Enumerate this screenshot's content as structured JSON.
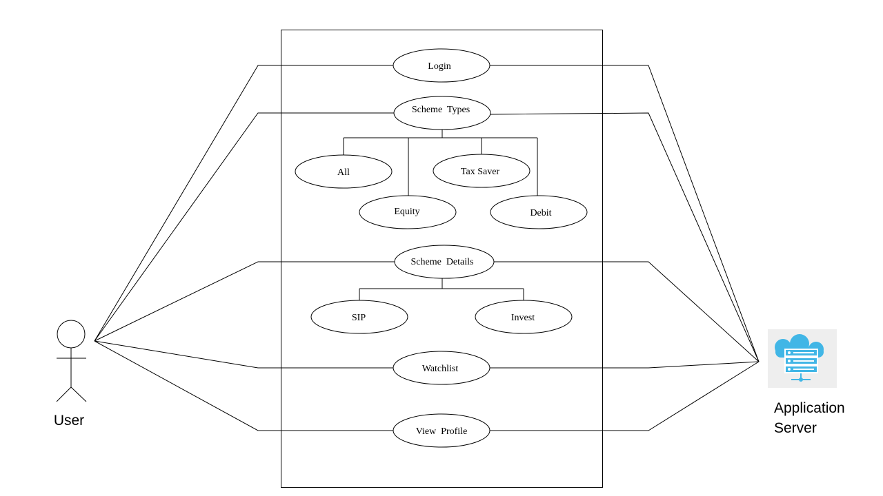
{
  "actors": {
    "user": {
      "label": "User"
    },
    "server": {
      "label_line1": "Application",
      "label_line2": "Server"
    }
  },
  "use_cases": {
    "login": "Login",
    "scheme_types": "Scheme  Types",
    "all": "All",
    "tax_saver": "Tax Saver",
    "equity": "Equity",
    "debit": "Debit",
    "scheme_details": "Scheme  Details",
    "sip": "SIP",
    "invest": "Invest",
    "watchlist": "Watchlist",
    "view_profile": "View  Profile"
  },
  "icons": {
    "server": "cloud-server-icon"
  },
  "colors": {
    "server_icon": "#41b6e6",
    "server_icon_bg": "#eeeeee",
    "line": "#000000"
  }
}
